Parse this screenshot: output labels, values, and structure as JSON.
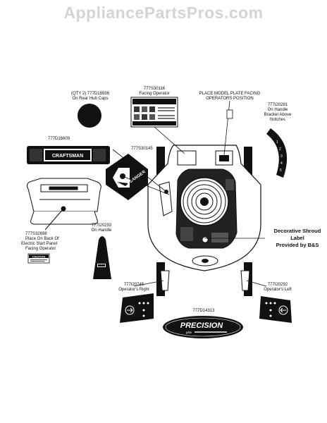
{
  "watermark": "AppliancePartsPros.com",
  "callouts": {
    "hub_caps": {
      "line1": "(QTY 2) 777D15936",
      "line2": "On Rear Hub Caps"
    },
    "facing_operator": {
      "line1": "777S30116",
      "line2": "Facing Operator"
    },
    "model_plate": {
      "line1": "PLACE MODEL PLATE FACING",
      "line2": "OPERATORS POSITION"
    },
    "handle_bracket": {
      "line1": "777I20291",
      "line2": "On Handle",
      "line3": "Bracket Above",
      "line4": "Notches"
    },
    "front_label": {
      "line1": "777D15609"
    },
    "danger_label": {
      "line1": "777S30145"
    },
    "start_panel": {
      "line1": "777S32698",
      "line2": "Place On Back Of",
      "line3": "Electric Start Panel",
      "line4": "Facing Operator"
    },
    "on_handle": {
      "line1": "777I20293",
      "line2": "On Handle"
    },
    "shroud": {
      "line1": "Decorative Shroud",
      "line2": "Label",
      "line3": "Provided by B&S"
    },
    "operators_right": {
      "line1": "777I20745",
      "line2": "Operator's Right"
    },
    "operators_left": {
      "line1": "777I20292",
      "line2": "Operator's Left"
    },
    "precision_label": {
      "line1": "777D14313"
    }
  },
  "decal_text": {
    "craftsman": "CRAFTSMAN",
    "danger": "DANGER",
    "caution": "CAUTION",
    "precision": "PRECISION",
    "precision_sub": "plus"
  }
}
